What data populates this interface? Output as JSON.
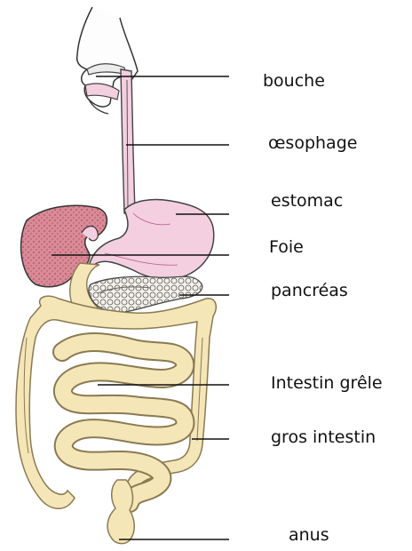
{
  "labels": {
    "bouche": "bouche",
    "oesophage": "œsophage",
    "estomac": "estomac",
    "foie": "Foie",
    "pancreas": "pancréas",
    "intestin_grele": "Intestin grêle",
    "gros_intestin": "gros intestin",
    "anus": "anus"
  },
  "colors": {
    "background": "#ffffff",
    "ink": "#222222",
    "leader_line": "#111111",
    "body_outline": "#fdfdfd",
    "oesophagus_stomach": "#f3cfe0",
    "liver": "#d98a96",
    "liver_dots": "#8a3b4a",
    "intestine": "#f5e6b8",
    "intestine_outline": "#8a7a52",
    "pancreas": "#f4f1ea",
    "head_gray": "#d7d7d7"
  }
}
